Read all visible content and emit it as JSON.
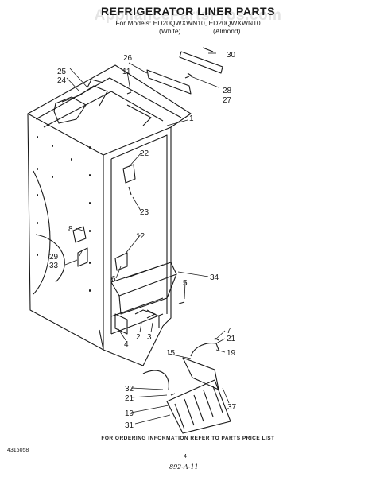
{
  "header": {
    "title": "REFRIGERATOR LINER PARTS",
    "watermark": "AppliancePartsPros.com",
    "models_line": "For Models: ED20QWXWN10, ED20QWXWN10",
    "variant_white": "(White)",
    "variant_almond": "(Almond)"
  },
  "part_numbers": [
    "1",
    "2",
    "3",
    "4",
    "5",
    "6",
    "7",
    "8",
    "11",
    "12",
    "15",
    "19",
    "19",
    "21",
    "21",
    "22",
    "23",
    "24",
    "25",
    "26",
    "27",
    "28",
    "29",
    "30",
    "31",
    "32",
    "33",
    "34",
    "37"
  ],
  "footer": {
    "ordering_note": "FOR ORDERING INFORMATION REFER TO PARTS PRICE LIST",
    "document_number": "4316058",
    "page_number": "4",
    "date_code": "892-A-11"
  },
  "colors": {
    "ink": "#1a1a1a",
    "background": "#ffffff",
    "watermark": "#cfcfcf"
  }
}
